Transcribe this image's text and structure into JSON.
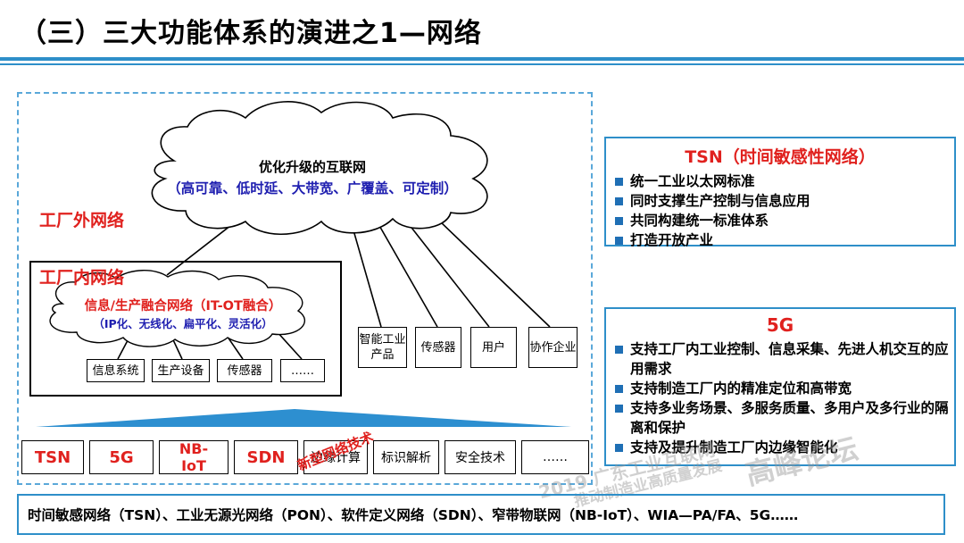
{
  "title": "（三）三大功能体系的演进之1—网络",
  "external": {
    "label": "工厂外网络",
    "cloud_title": "优化升级的互联网",
    "cloud_features": "（高可靠、低时延、大带宽、广覆盖、可定制）",
    "endpoints": [
      "智能工业产品",
      "传感器",
      "用户",
      "协作企业"
    ]
  },
  "internal": {
    "label": "工厂内网络",
    "cloud_title": "信息/生产融合网络（IT-OT融合）",
    "cloud_features": "（IP化、无线化、扁平化、灵活化）",
    "devices": [
      "信息系统",
      "生产设备",
      "传感器",
      "……"
    ]
  },
  "technologies": {
    "label": "新型网络技术",
    "items": [
      "TSN",
      "5G",
      "NB-IoT",
      "SDN",
      "边缘计算",
      "标识解析",
      "安全技术",
      "……"
    ]
  },
  "tsn_panel": {
    "title": "TSN（时间敏感性网络）",
    "items": [
      "统一工业以太网标准",
      "同时支撑生产控制与信息应用",
      "共同构建统一标准体系",
      "打造开放产业"
    ]
  },
  "fiveg_panel": {
    "title": "5G",
    "items": [
      "支持工厂内工业控制、信息采集、先进人机交互的应用需求",
      "支持制造工厂内的精准定位和高带宽",
      "支持多业务场景、多服务质量、多用户及多行业的隔离和保护",
      "支持及提升制造工厂内边缘智能化"
    ]
  },
  "bottom_text": "时间敏感网络（TSN）、工业无源光网络（PON）、软件定义网络（SDN）、窄带物联网（NB-IoT）、WIA—PA/FA、5G……",
  "watermark": {
    "line1": "2019 广东工业互联网",
    "line2": "推动制造业高质量发展",
    "line3": "高峰论坛"
  },
  "colors": {
    "accent_red": "#e0211e",
    "frame_blue": "#2e8fc9",
    "feature_blue": "#1f1fb0",
    "bullet_blue": "#1f6fb5"
  }
}
